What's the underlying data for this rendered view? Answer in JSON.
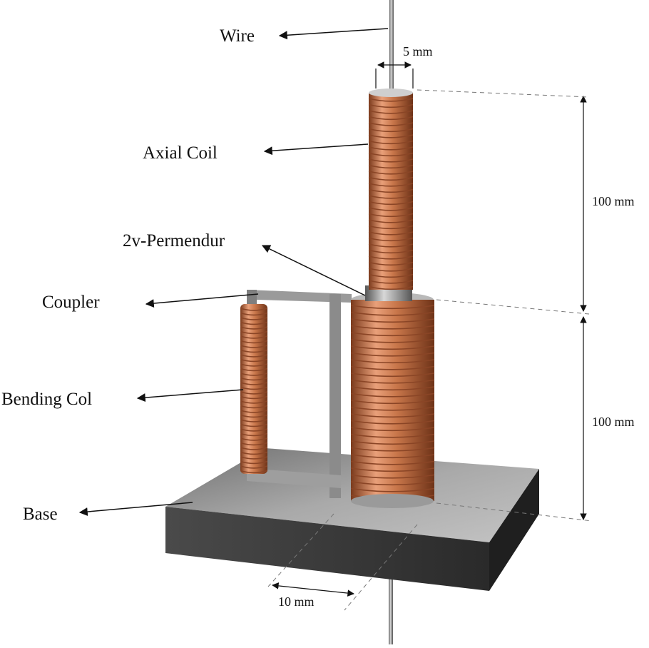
{
  "labels": {
    "wire": "Wire",
    "axial_coil": "Axial Coil",
    "permendur": "2v-Permendur",
    "coupler": "Coupler",
    "bending_coil": "Bending Col",
    "base": "Base"
  },
  "dimensions": {
    "rod_diameter": "5 mm",
    "upper_height": "100 mm",
    "lower_height": "100 mm",
    "base_offset": "10 mm"
  },
  "colors": {
    "copper": "#c8764a",
    "copper_dark": "#8a4526",
    "steel": "#8c8c8c",
    "base_top": "#9a9a9a",
    "base_front": "#3a3a3a"
  }
}
